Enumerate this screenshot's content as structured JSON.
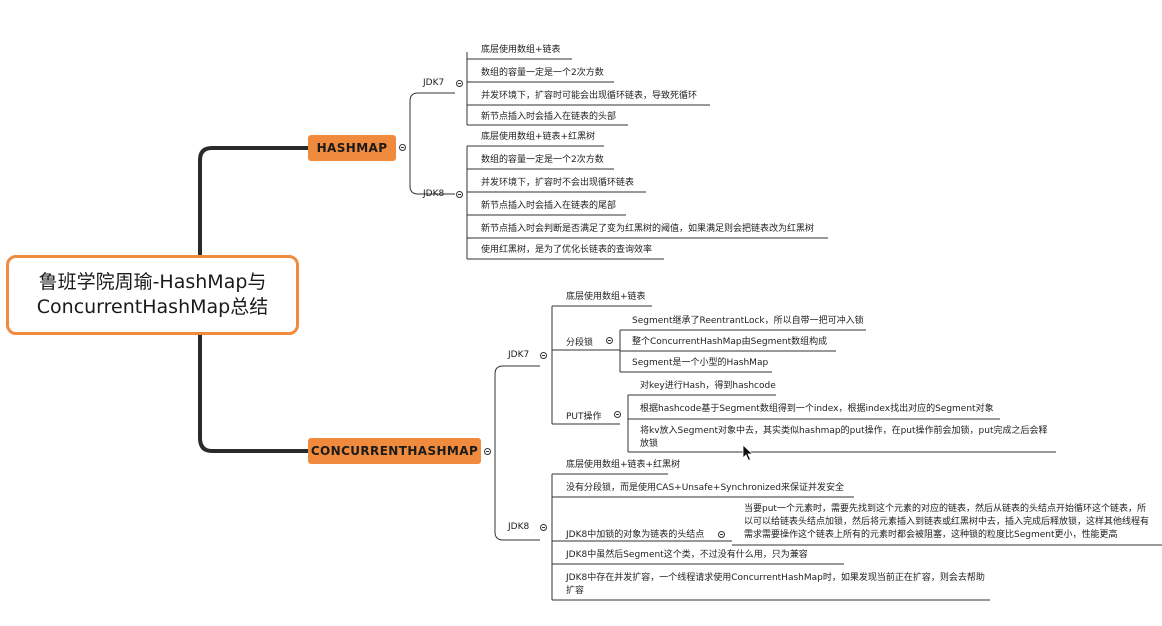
{
  "root": {
    "line1": "鲁班学院周瑜-HashMap与",
    "line2": "ConcurrentHashMap总结"
  },
  "hashmap": {
    "label": "HASHMAP",
    "jdk7": {
      "label": "JDK7",
      "items": [
        "底层使用数组+链表",
        "数组的容量一定是一个2次方数",
        "并发环境下，扩容时可能会出现循环链表，导致死循环",
        "新节点插入时会插入在链表的头部"
      ]
    },
    "jdk8": {
      "label": "JDK8",
      "items": [
        "底层使用数组+链表+红黑树",
        "数组的容量一定是一个2次方数",
        "并发环境下，扩容时不会出现循环链表",
        "新节点插入时会插入在链表的尾部",
        "新节点插入时会判断是否满足了变为红黑树的阈值，如果满足则会把链表改为红黑树",
        "使用红黑树，是为了优化长链表的查询效率"
      ]
    }
  },
  "concurrent": {
    "label": "CONCURRENTHASHMAP",
    "jdk7": {
      "label": "JDK7",
      "item0": "底层使用数组+链表",
      "segment_lock": {
        "label": "分段锁",
        "items": [
          "Segment继承了ReentrantLock，所以自带一把可冲入锁",
          "整个ConcurrentHashMap由Segment数组构成",
          "Segment是一个小型的HashMap"
        ]
      },
      "put": {
        "label": "PUT操作",
        "items": [
          "对key进行Hash，得到hashcode",
          "根据hashcode基于Segment数组得到一个index，根据index找出对应的Segment对象",
          "将kv放入Segment对象中去，其实类似hashmap的put操作，在put操作前会加锁，put完成之后会释放锁"
        ]
      }
    },
    "jdk8": {
      "label": "JDK8",
      "items": [
        "底层使用数组+链表+红黑树",
        "没有分段锁，而是使用CAS+Unsafe+Synchronized来保证并发安全"
      ],
      "lock_head": {
        "label": "JDK8中加锁的对象为链表的头结点",
        "detail": "当要put一个元素时，需要先找到这个元素的对应的链表，然后从链表的头结点开始循环这个链表，所以可以给链表头结点加锁，然后将元素插入到链表或红黑树中去，插入完成后释放锁，这样其他线程有需求需要操作这个链表上所有的元素时都会被阻塞，这种锁的粒度比Segment更小，性能更高"
      },
      "items_after": [
        "JDK8中虽然后Segment这个类，不过没有什么用，只为兼容",
        "JDK8中存在并发扩容，一个线程请求使用ConcurrentHashMap时，如果发现当前正在扩容，则会去帮助扩容"
      ]
    }
  },
  "colors": {
    "accent": "#f08a3c",
    "trunk": "#2a2a2a",
    "line": "#333333"
  }
}
